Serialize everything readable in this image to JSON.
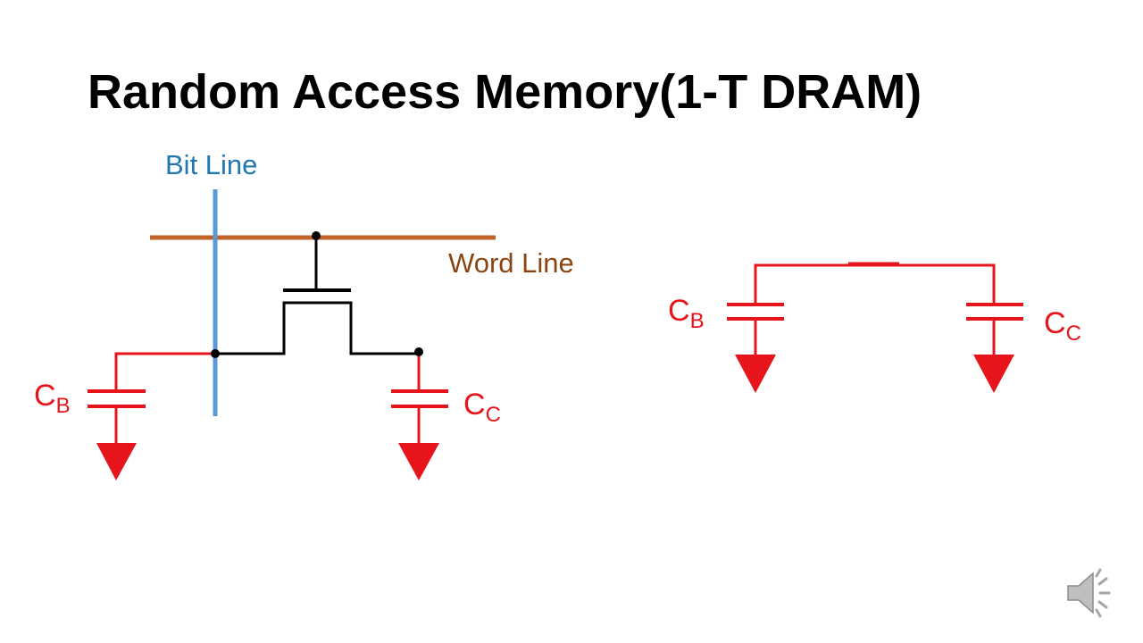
{
  "title": "Random Access Memory(1-T DRAM)",
  "labels": {
    "bit_line": "Bit Line",
    "word_line": "Word Line",
    "cb_main": "C",
    "cb_sub": "B",
    "cc_main": "C",
    "cc_sub": "C"
  },
  "colors": {
    "bit_line": "#5b9bd5",
    "bit_line_text": "#1f77b4",
    "word_line": "#c0622a",
    "word_line_text": "#8b4513",
    "circuit_red": "#e8141b",
    "wire_black": "#000000",
    "speaker_icon": "#a6a6a6"
  },
  "icons": [
    "speaker-icon"
  ]
}
